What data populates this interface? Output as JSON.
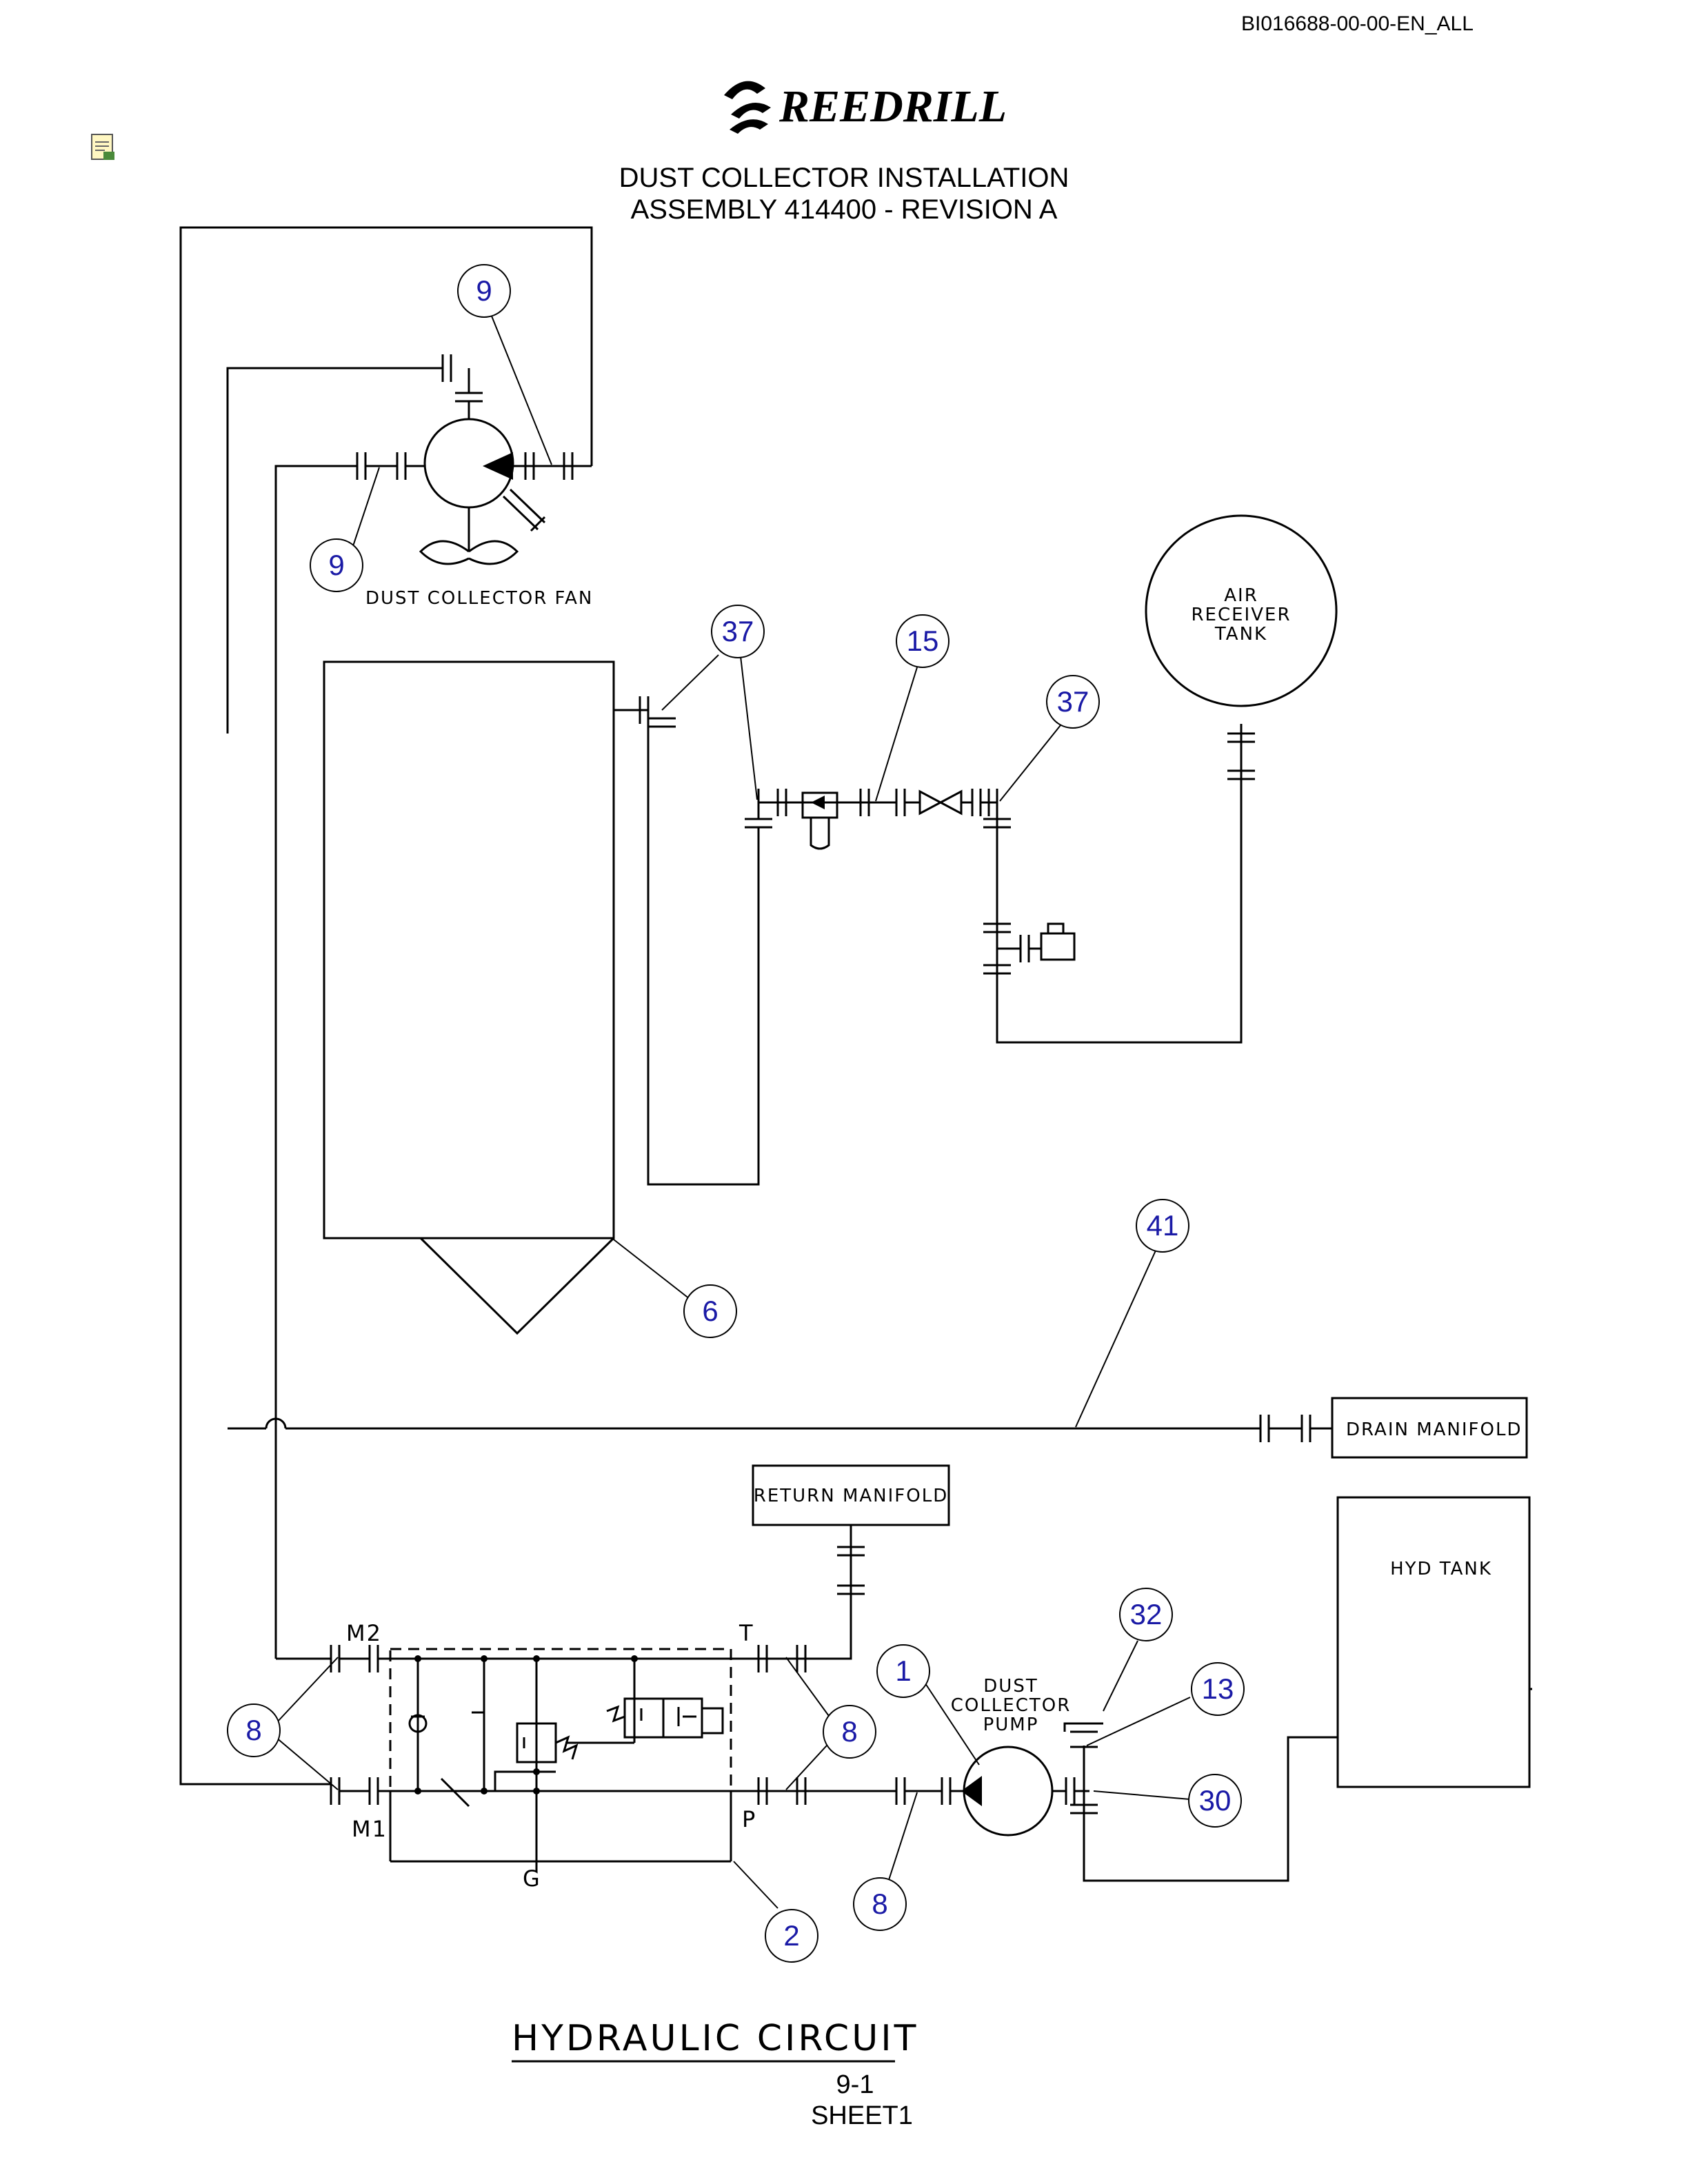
{
  "document": {
    "doc_id": "BI016688-00-00-EN_ALL",
    "brand": "REEDRILL",
    "title_line1": "DUST COLLECTOR INSTALLATION",
    "title_line2": "ASSEMBLY 414400 - REVISION A",
    "page": "9-1",
    "sheet": "SHEET1"
  },
  "diagram": {
    "caption": "HYDRAULIC CIRCUIT",
    "components": {
      "fan": "DUST COLLECTOR FAN",
      "air_tank_line1": "AIR",
      "air_tank_line2": "RECEIVER",
      "air_tank_line3": "TANK",
      "drain_manifold": "DRAIN MANIFOLD",
      "return_manifold": "RETURN MANIFOLD",
      "hyd_tank": "HYD TANK",
      "pump_line1": "DUST",
      "pump_line2": "COLLECTOR",
      "pump_line3": "PUMP"
    },
    "port_labels": [
      "M2",
      "M1",
      "T",
      "P",
      "G"
    ],
    "callouts": [
      "9",
      "9",
      "37",
      "15",
      "37",
      "6",
      "41",
      "8",
      "8",
      "8",
      "1",
      "32",
      "13",
      "30",
      "2"
    ]
  },
  "colors": {
    "line": "#000000",
    "callout_text": "#1a1aa6",
    "background": "#ffffff"
  },
  "icons": {
    "note": "document-note-icon",
    "logo": "reedrill-swirl-logo"
  }
}
